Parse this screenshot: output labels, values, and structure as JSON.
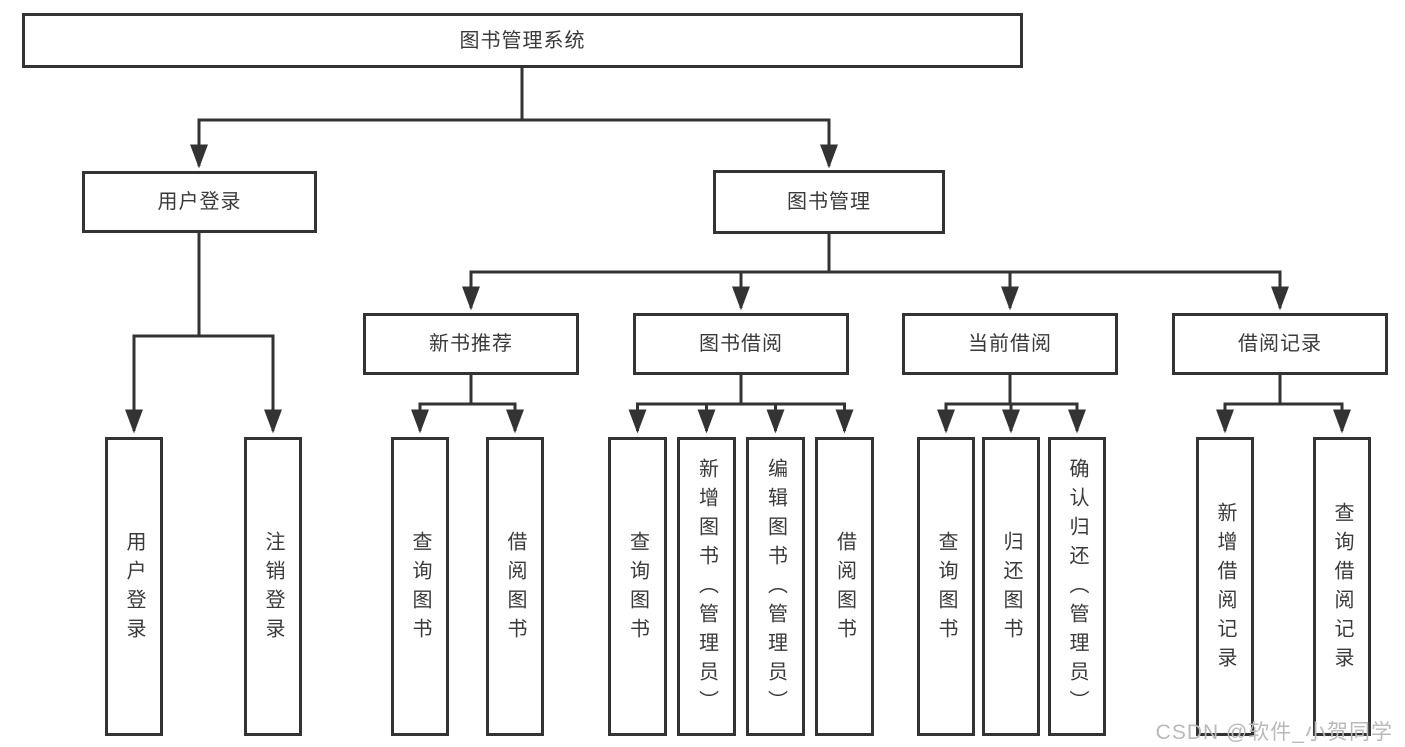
{
  "diagram_title": "图书管理系统",
  "tree": {
    "label": "图书管理系统",
    "children": [
      {
        "label": "用户登录",
        "children": [
          {
            "label": "用户登录"
          },
          {
            "label": "注销登录"
          }
        ]
      },
      {
        "label": "图书管理",
        "children": [
          {
            "label": "新书推荐",
            "children": [
              {
                "label": "查询图书"
              },
              {
                "label": "借阅图书"
              }
            ]
          },
          {
            "label": "图书借阅",
            "children": [
              {
                "label": "查询图书"
              },
              {
                "label": "新增图书（管理员）"
              },
              {
                "label": "编辑图书（管理员）"
              },
              {
                "label": "借阅图书"
              }
            ]
          },
          {
            "label": "当前借阅",
            "children": [
              {
                "label": "查询图书"
              },
              {
                "label": "归还图书"
              },
              {
                "label": "确认归还（管理员）"
              }
            ]
          },
          {
            "label": "借阅记录",
            "children": [
              {
                "label": "新增借阅记录"
              },
              {
                "label": "查询借阅记录"
              }
            ]
          }
        ]
      }
    ]
  },
  "watermark": "CSDN @软件_小贺同学",
  "colors": {
    "line": "#333333",
    "box_border": "#333333",
    "box_fill": "#ffffff",
    "text": "#3a3a3a",
    "watermark": "#b9b9b9",
    "background": "#ffffff"
  }
}
